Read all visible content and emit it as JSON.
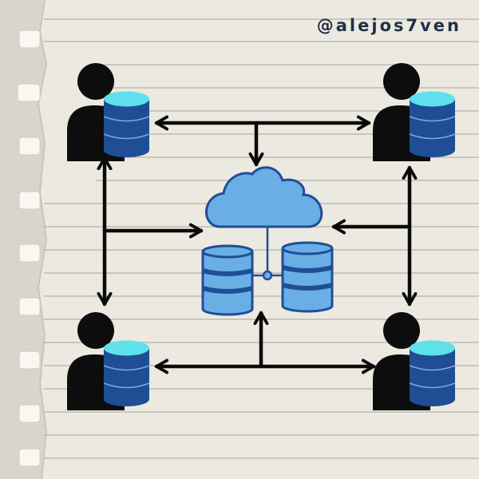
{
  "handle": "@alejos7ven",
  "colors": {
    "paper": "#ece9e0",
    "paper_shadow": "#d6d2c6",
    "rule_line": "#b3b1ab",
    "margin_line": "#a9a7a1",
    "person": "#0d0d0d",
    "db_body": "#1f4e96",
    "db_top": "#5ee1ea",
    "db_stripe": "#7fa8d8",
    "cloud_fill": "#6aaee6",
    "cloud_stroke": "#1f4e96",
    "arrow": "#0a0a0a"
  },
  "diagram": {
    "nodes": [
      {
        "id": "user-top-left",
        "icon": "user-with-database-icon"
      },
      {
        "id": "user-top-right",
        "icon": "user-with-database-icon"
      },
      {
        "id": "user-bottom-left",
        "icon": "user-with-database-icon"
      },
      {
        "id": "user-bottom-right",
        "icon": "user-with-database-icon"
      },
      {
        "id": "central-cloud",
        "icon": "cloud-icon"
      },
      {
        "id": "central-db-left",
        "icon": "database-icon"
      },
      {
        "id": "central-db-right",
        "icon": "database-icon"
      }
    ],
    "edges": [
      {
        "from": "user-top-left",
        "to": "user-top-right",
        "direction": "both"
      },
      {
        "from": "user-bottom-left",
        "to": "user-bottom-right",
        "direction": "both"
      },
      {
        "from": "user-top-left",
        "to": "user-bottom-left",
        "direction": "both"
      },
      {
        "from": "user-top-right",
        "to": "user-bottom-right",
        "direction": "both"
      },
      {
        "from": "top-link",
        "to": "central-cloud",
        "direction": "forward"
      },
      {
        "from": "left-link",
        "to": "central-cloud",
        "direction": "forward"
      },
      {
        "from": "right-link",
        "to": "central-cloud",
        "direction": "forward"
      },
      {
        "from": "bottom-link",
        "to": "central-db-left",
        "direction": "forward"
      },
      {
        "from": "central-cloud",
        "to": "central-db-left",
        "direction": "none"
      },
      {
        "from": "central-cloud",
        "to": "central-db-right",
        "direction": "none"
      }
    ]
  }
}
